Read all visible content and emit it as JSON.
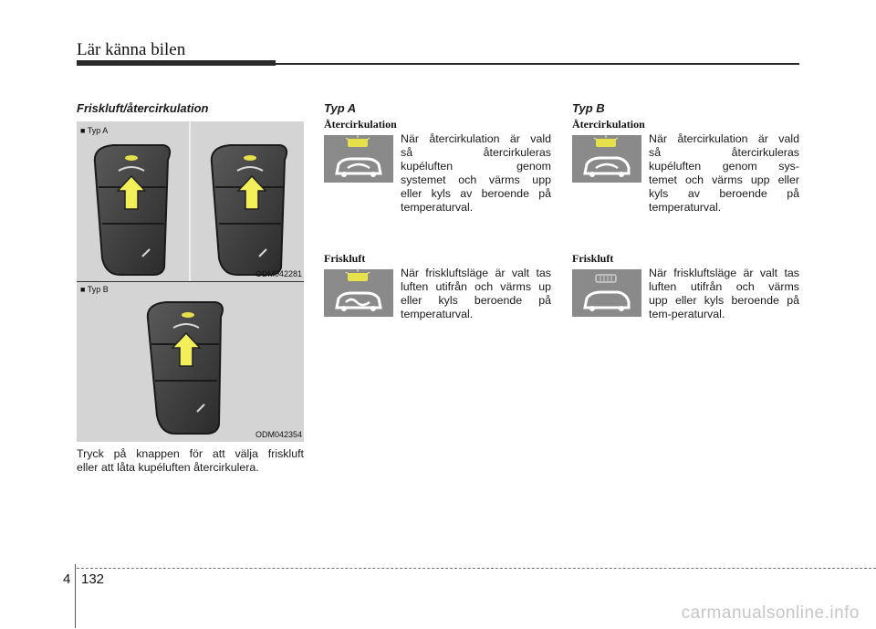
{
  "header": {
    "chapter_title": "Lär känna bilen"
  },
  "left_column": {
    "heading": "Friskluft/återcirkulation",
    "panel_a_label": "■ Typ A",
    "panel_a_code": "ODM042281",
    "panel_b_label": "■ Typ B",
    "panel_b_code": "ODM042354",
    "body_line1": "Tryck på knappen för att välja friskluft",
    "body_line2": "eller att låta kupéluften återcirkulera."
  },
  "type_a": {
    "heading": "Typ A",
    "recirc_heading": "Återcirkulation",
    "recirc_lines": [
      "När återcirkulation är vald",
      "så återcirkuleras",
      "kupéluften genom",
      "systemet och värms upp",
      "eller kyls av beroende på",
      "temperaturval."
    ],
    "fresh_heading": "Friskluft",
    "fresh_lines": [
      "När friskluftsläge är valt tas",
      "luften utifrån och värms up",
      "eller kyls beroende på",
      "temperaturval."
    ]
  },
  "type_b": {
    "heading": "Typ B",
    "recirc_heading": "Återcirkulation",
    "recirc_lines": [
      "När återcirkulation är vald",
      "så återcirkuleras",
      "kupéluften genom sys-",
      "temet och värms upp eller",
      "kyls av beroende på",
      "temperaturval."
    ],
    "fresh_heading": "Friskluft",
    "fresh_lines": [
      "När friskluftsläge är valt tas",
      "luften utifrån och värms",
      "upp eller kyls beroende på",
      "tem-peraturval."
    ]
  },
  "footer": {
    "chapter": "4",
    "page": "132"
  },
  "watermark": "carmanualsonline.info",
  "colors": {
    "indicator": "#e6e04a",
    "arrow": "#f2ef5a",
    "button": "#3a3a3a",
    "hyphen": "#d23a3a"
  }
}
